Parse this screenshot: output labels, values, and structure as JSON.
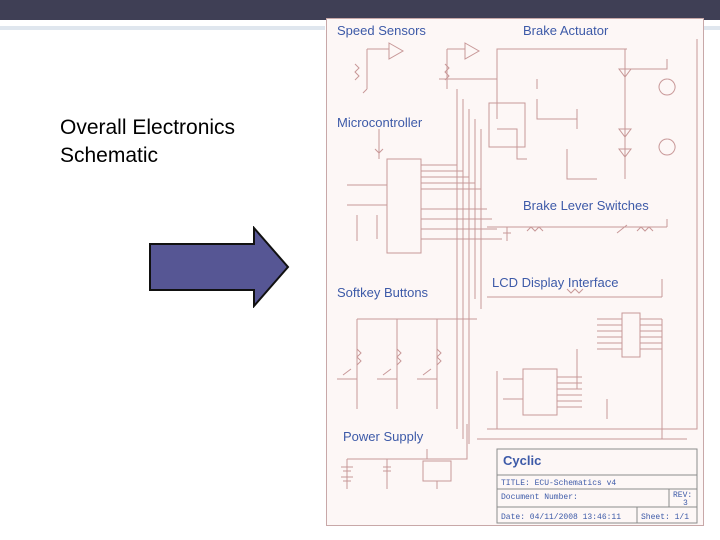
{
  "slide": {
    "title_lines": [
      "Overall Electronics",
      "Schematic"
    ]
  },
  "colors": {
    "top_bar": "#3f3f55",
    "arrow_fill": "#565694",
    "section_label": "#3d5aa8",
    "wire": "#c89898"
  },
  "icons": {
    "arrow": "right-arrow-icon"
  },
  "schematic": {
    "sections": {
      "speed_sensors": "Speed Sensors",
      "brake_actuator": "Brake Actuator",
      "microcontroller": "Microcontroller",
      "brake_lever_switches": "Brake Lever Switches",
      "lcd_display_interface": "LCD Display Interface",
      "softkey_buttons": "Softkey Buttons",
      "power_supply": "Power Supply"
    },
    "title_block": {
      "company": "Cyclic",
      "title": "TITLE:  ECU-Schematics v4",
      "document": "Document Number:",
      "rev_label": "REV:",
      "rev": "3",
      "date": "Date: 04/11/2008 13:46:11",
      "sheet": "Sheet: 1/1"
    }
  }
}
